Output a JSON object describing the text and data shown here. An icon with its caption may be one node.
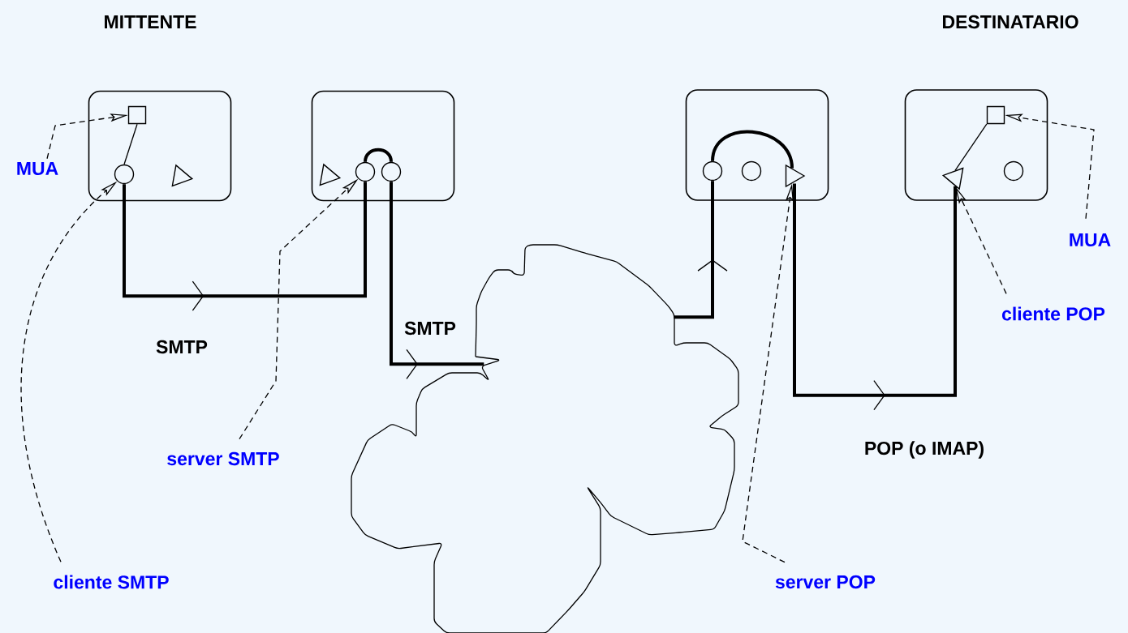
{
  "diagram": {
    "nodes": [
      {
        "text": [],
        "shape": "box"
      },
      {
        "text": [],
        "shape": "box"
      },
      {
        "text": [],
        "shape": "box"
      },
      {
        "text": [],
        "shape": "box"
      },
      {
        "text": [],
        "shape": "cloud"
      },
      {
        "text": [
          "MUA"
        ]
      },
      {
        "text": [
          "cliente SMTP"
        ]
      },
      {
        "text": [
          "server SMTP"
        ]
      },
      {
        "text": [
          "server POP"
        ]
      },
      {
        "text": [
          "cliente POP"
        ]
      },
      {
        "text": [
          "MUA"
        ]
      },
      {
        "text": [],
        "shape": "box",
        "in": 0
      },
      {
        "text": [],
        "shape": "circle",
        "in": 0
      },
      {
        "text": [],
        "shape": "triangle",
        "in": 0
      },
      {
        "text": [],
        "shape": "triangle",
        "in": 1
      },
      {
        "text": [],
        "shape": "circle",
        "in": 1
      },
      {
        "text": [],
        "shape": "circle",
        "in": 1
      },
      {
        "text": [],
        "shape": "circle",
        "in": 2
      },
      {
        "text": [],
        "shape": "circle",
        "in": 2
      },
      {
        "text": [],
        "shape": "triangle",
        "in": 2
      },
      {
        "text": [],
        "shape": "box",
        "in": 3
      },
      {
        "text": [],
        "shape": "triangle",
        "in": 3
      },
      {
        "text": [],
        "shape": "circle",
        "in": 3
      }
    ],
    "edges": [
      {
        "from": 11,
        "to": 12,
        "arrow": "none"
      },
      {
        "from": 12,
        "to": 15,
        "arrow": "to",
        "style": "thick",
        "label": "SMTP"
      },
      {
        "from": 15,
        "to": 16,
        "arrow": "none",
        "style": "thick"
      },
      {
        "from": 16,
        "to": 4,
        "arrow": "to",
        "style": "thick",
        "label": "SMTP"
      },
      {
        "from": 4,
        "to": 17,
        "arrow": "to",
        "style": "thick"
      },
      {
        "from": 17,
        "to": 19,
        "arrow": "none",
        "style": "thick"
      },
      {
        "from": 19,
        "to": 21,
        "arrow": "to",
        "style": "thick",
        "label": "POP (o IMAP)"
      },
      {
        "from": 20,
        "to": 21,
        "arrow": "none"
      },
      {
        "from": 5,
        "to": 11,
        "arrow": "to",
        "style": "dashed"
      },
      {
        "from": 6,
        "to": 12,
        "arrow": "to",
        "style": "dashed"
      },
      {
        "from": 7,
        "to": 15,
        "arrow": "to",
        "style": "dashed"
      },
      {
        "from": 8,
        "to": 19,
        "arrow": "to",
        "style": "dashed"
      },
      {
        "from": 9,
        "to": 21,
        "arrow": "to",
        "style": "dashed"
      },
      {
        "from": 10,
        "to": 20,
        "arrow": "to",
        "style": "dashed"
      }
    ],
    "labels": [
      "MITTENTE",
      "DESTINATARIO"
    ]
  }
}
